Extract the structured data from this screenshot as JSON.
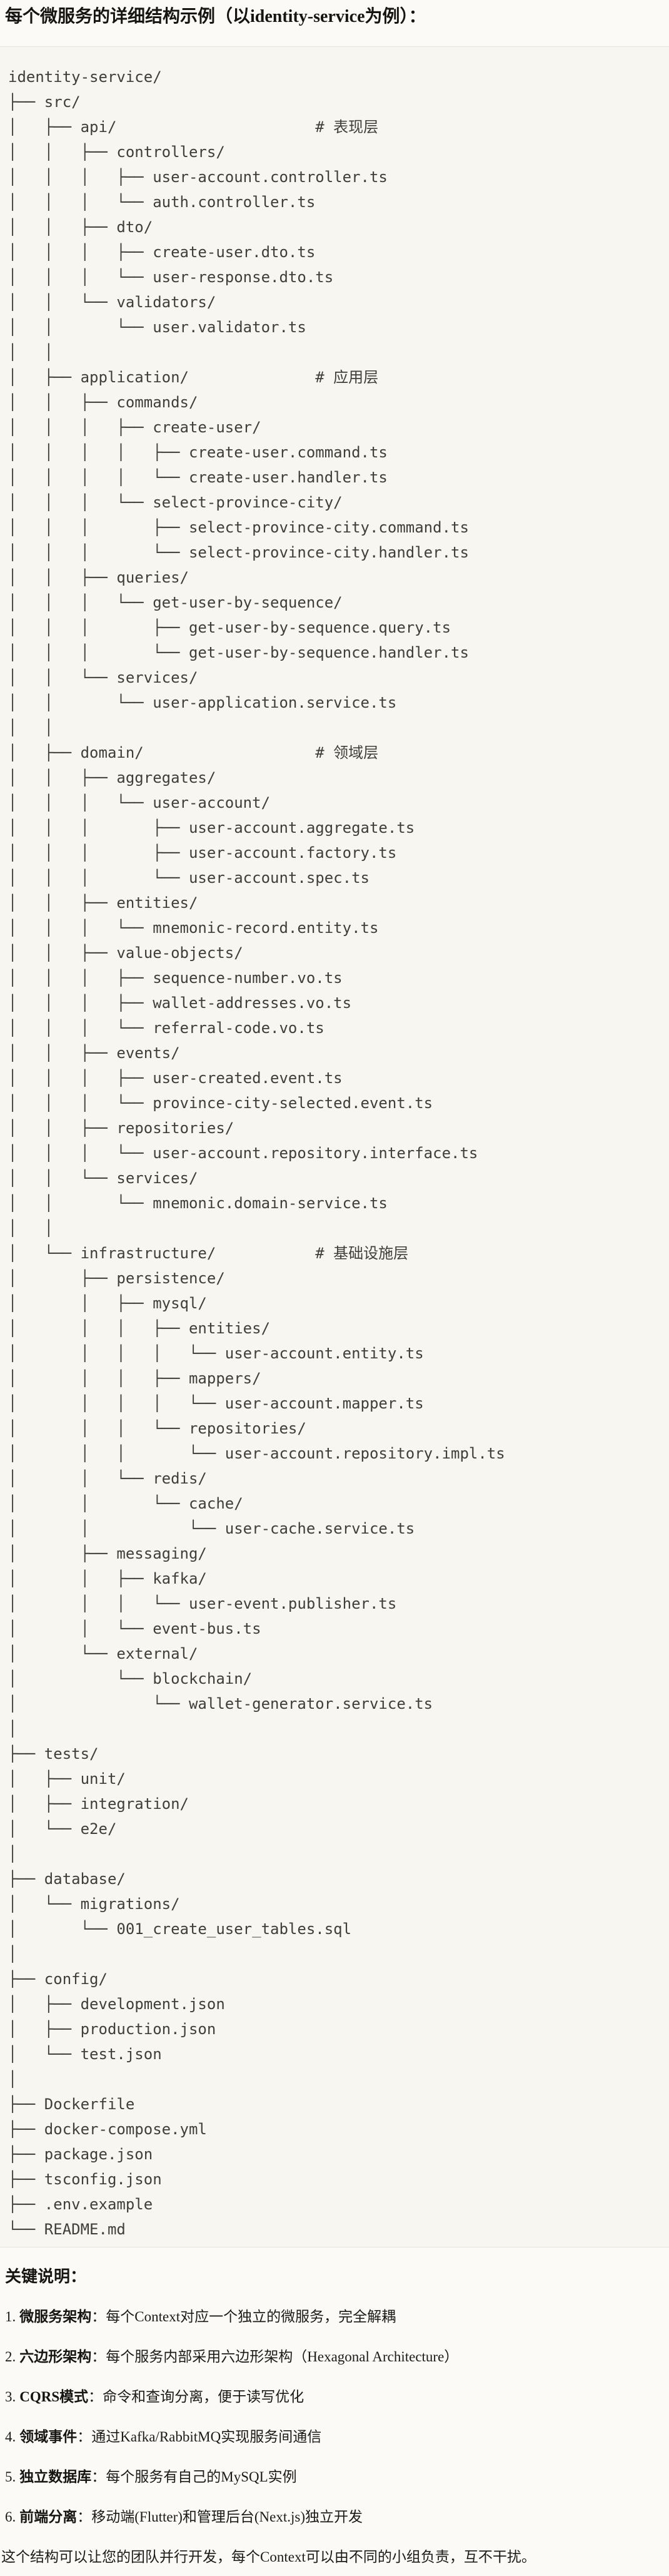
{
  "page": {
    "title": "每个微服务的详细结构示例（以identity-service为例）：",
    "notes_heading": "关键说明：",
    "footer": "这个结构可以让您的团队并行开发，每个Context可以由不同的小组负责，互不干扰。"
  },
  "notes": [
    {
      "num": "1.",
      "term": "微服务架构",
      "colon": "：",
      "desc": "每个Context对应一个独立的微服务，完全解耦"
    },
    {
      "num": "2.",
      "term": "六边形架构",
      "colon": "：",
      "desc": "每个服务内部采用六边形架构（Hexagonal Architecture）"
    },
    {
      "num": "3.",
      "term": "CQRS模式",
      "colon": "：",
      "desc": "命令和查询分离，便于读写优化"
    },
    {
      "num": "4.",
      "term": "领域事件",
      "colon": "：",
      "desc": "通过Kafka/RabbitMQ实现服务间通信"
    },
    {
      "num": "5.",
      "term": "独立数据库",
      "colon": "：",
      "desc": "每个服务有自己的MySQL实例"
    },
    {
      "num": "6.",
      "term": "前端分离",
      "colon": "：",
      "desc": "移动端(Flutter)和管理后台(Next.js)独立开发"
    }
  ],
  "tree": {
    "root": "identity-service/",
    "lines": [
      "identity-service/",
      "├── src/",
      "│   ├── api/                      # 表现层",
      "│   │   ├── controllers/",
      "│   │   │   ├── user-account.controller.ts",
      "│   │   │   └── auth.controller.ts",
      "│   │   ├── dto/",
      "│   │   │   ├── create-user.dto.ts",
      "│   │   │   └── user-response.dto.ts",
      "│   │   └── validators/",
      "│   │       └── user.validator.ts",
      "│   │",
      "│   ├── application/              # 应用层",
      "│   │   ├── commands/",
      "│   │   │   ├── create-user/",
      "│   │   │   │   ├── create-user.command.ts",
      "│   │   │   │   └── create-user.handler.ts",
      "│   │   │   └── select-province-city/",
      "│   │   │       ├── select-province-city.command.ts",
      "│   │   │       └── select-province-city.handler.ts",
      "│   │   ├── queries/",
      "│   │   │   └── get-user-by-sequence/",
      "│   │   │       ├── get-user-by-sequence.query.ts",
      "│   │   │       └── get-user-by-sequence.handler.ts",
      "│   │   └── services/",
      "│   │       └── user-application.service.ts",
      "│   │",
      "│   ├── domain/                   # 领域层",
      "│   │   ├── aggregates/",
      "│   │   │   └── user-account/",
      "│   │   │       ├── user-account.aggregate.ts",
      "│   │   │       ├── user-account.factory.ts",
      "│   │   │       └── user-account.spec.ts",
      "│   │   ├── entities/",
      "│   │   │   └── mnemonic-record.entity.ts",
      "│   │   ├── value-objects/",
      "│   │   │   ├── sequence-number.vo.ts",
      "│   │   │   ├── wallet-addresses.vo.ts",
      "│   │   │   └── referral-code.vo.ts",
      "│   │   ├── events/",
      "│   │   │   ├── user-created.event.ts",
      "│   │   │   └── province-city-selected.event.ts",
      "│   │   ├── repositories/",
      "│   │   │   └── user-account.repository.interface.ts",
      "│   │   └── services/",
      "│   │       └── mnemonic.domain-service.ts",
      "│   │",
      "│   └── infrastructure/           # 基础设施层",
      "│       ├── persistence/",
      "│       │   ├── mysql/",
      "│       │   │   ├── entities/",
      "│       │   │   │   └── user-account.entity.ts",
      "│       │   │   ├── mappers/",
      "│       │   │   │   └── user-account.mapper.ts",
      "│       │   │   └── repositories/",
      "│       │   │       └── user-account.repository.impl.ts",
      "│       │   └── redis/",
      "│       │       └── cache/",
      "│       │           └── user-cache.service.ts",
      "│       ├── messaging/",
      "│       │   ├── kafka/",
      "│       │   │   └── user-event.publisher.ts",
      "│       │   └── event-bus.ts",
      "│       └── external/",
      "│           └── blockchain/",
      "│               └── wallet-generator.service.ts",
      "│",
      "├── tests/",
      "│   ├── unit/",
      "│   ├── integration/",
      "│   └── e2e/",
      "│",
      "├── database/",
      "│   └── migrations/",
      "│       └── 001_create_user_tables.sql",
      "│",
      "├── config/",
      "│   ├── development.json",
      "│   ├── production.json",
      "│   └── test.json",
      "│",
      "├── Dockerfile",
      "├── docker-compose.yml",
      "├── package.json",
      "├── tsconfig.json",
      "├── .env.example",
      "└── README.md"
    ]
  }
}
